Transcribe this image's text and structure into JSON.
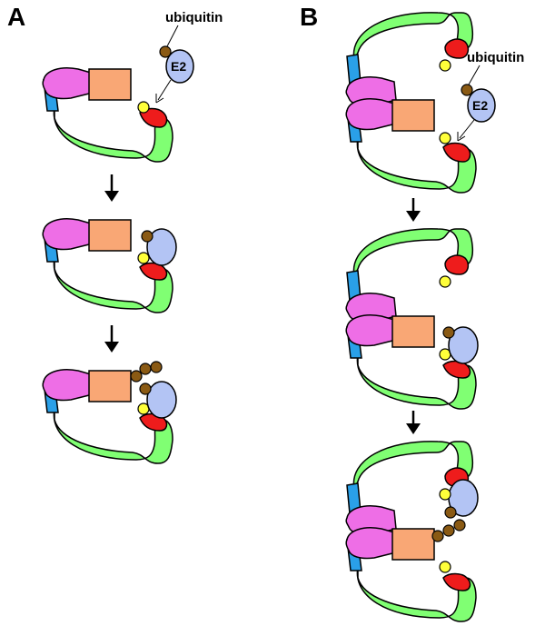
{
  "panels": [
    {
      "id": "A",
      "letter": "A"
    },
    {
      "id": "B",
      "letter": "B"
    }
  ],
  "labels": {
    "ubiquitin": "ubiquitin",
    "e2": "E2"
  },
  "colors": {
    "cullin": "#80ff73",
    "linker": "#2aa0e8",
    "substrate_adaptor": "#ee6ee6",
    "substrate": "#f9a775",
    "rbx": "#ee1c1c",
    "ubiquitin": "#8a5a14",
    "e2": "#b3c4f4",
    "lysine_site": "#ffff3a",
    "outline": "#000000"
  },
  "steps": {
    "A": [
      "E2 carrying ubiquitin approaches complex",
      "E2 bound to RING; ubiquitin transferred",
      "Polyubiquitin chain on substrate"
    ],
    "B": [
      "Dimeric complex with E2 approaching",
      "E2 bound to lower RING",
      "E2 bound to upper RING; chain on substrate"
    ]
  }
}
